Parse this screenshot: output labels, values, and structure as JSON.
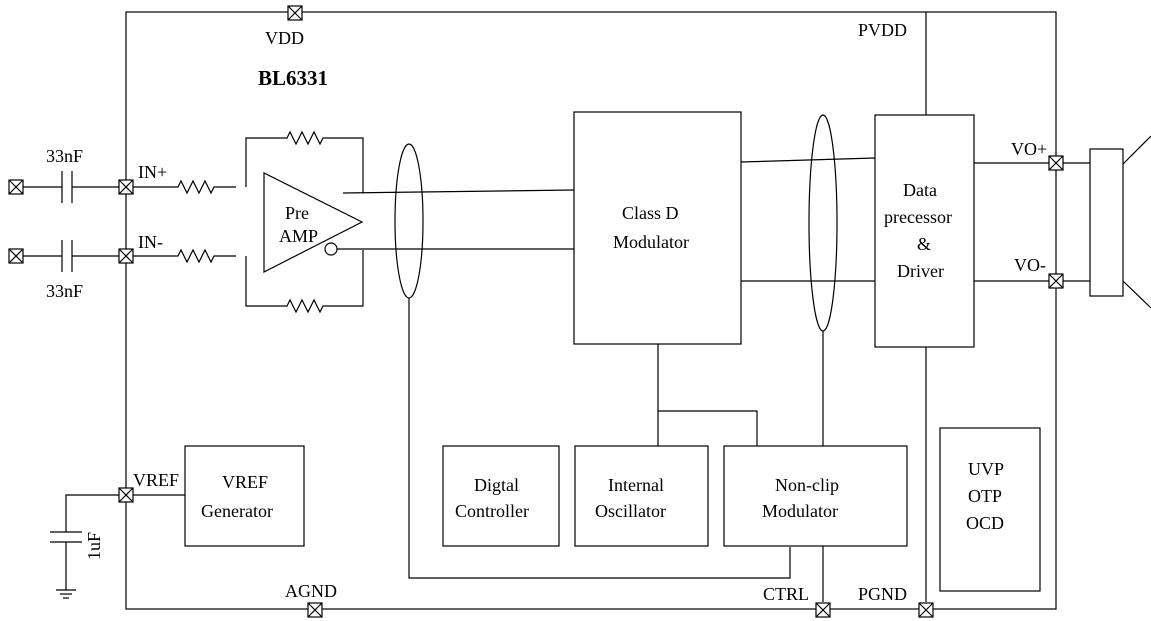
{
  "chip": {
    "name": "BL6331"
  },
  "pins": {
    "vdd": "VDD",
    "pvdd": "PVDD",
    "in_plus": "IN+",
    "in_minus": "IN-",
    "vref": "VREF",
    "agnd": "AGND",
    "ctrl": "CTRL",
    "pgnd": "PGND",
    "vo_plus": "VO+",
    "vo_minus": "VO-"
  },
  "external": {
    "cap_in_plus": "33nF",
    "cap_in_minus": "33nF",
    "cap_vref": "1uF"
  },
  "blocks": {
    "preamp": {
      "line1": "Pre",
      "line2": "AMP"
    },
    "class_d": {
      "line1": "Class D",
      "line2": "Modulator"
    },
    "data_processor": {
      "line1": "Data",
      "line2": "precessor",
      "line3": "&",
      "line4": "Driver"
    },
    "vref_gen": {
      "line1": "VREF",
      "line2": "Generator"
    },
    "digital_controller": {
      "line1": "Digtal",
      "line2": "Controller"
    },
    "internal_osc": {
      "line1": "Internal",
      "line2": "Oscillator"
    },
    "nonclip": {
      "line1": "Non-clip",
      "line2": "Modulator"
    },
    "protection": {
      "line1": "UVP",
      "line2": "OTP",
      "line3": "OCD"
    }
  }
}
